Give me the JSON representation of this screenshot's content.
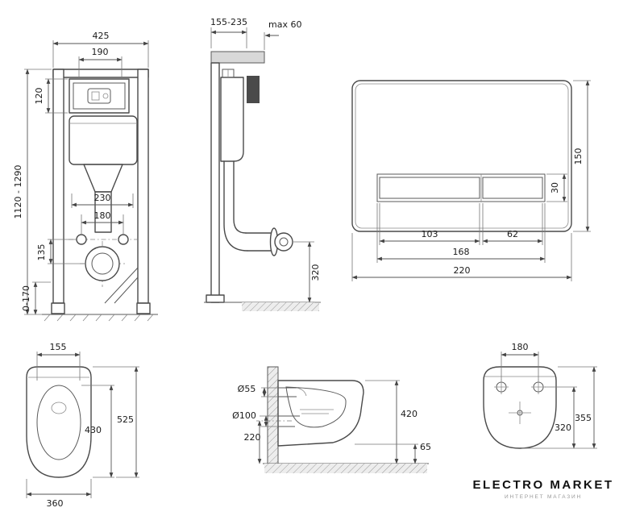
{
  "drawings": {
    "frame_front": {
      "width_total": "425",
      "width_inner": "190",
      "panel_height": "120",
      "height_range": "1120 - 1290",
      "spacing_230": "230",
      "spacing_180": "180",
      "spacing_135": "135",
      "feet_range": "0-170"
    },
    "frame_side": {
      "depth_range": "155-235",
      "wall_max": "max 60",
      "outlet_height": "320"
    },
    "flush_plate": {
      "height": "150",
      "button_height": "30",
      "button_large": "103",
      "button_small": "62",
      "buttons_width": "168",
      "width": "220"
    },
    "bowl_front": {
      "seat_width": "155",
      "rim_height": "430",
      "total_height": "525",
      "width": "360"
    },
    "bowl_side": {
      "outlet_diameter": "Ø55",
      "drain_diameter": "Ø100",
      "drain_height": "220",
      "height": "420",
      "clearance": "65"
    },
    "bowl_plan": {
      "width": "180",
      "depth": "320",
      "total_depth": "355"
    }
  },
  "logo": {
    "title": "ELECTRO MARKET",
    "subtitle": "ИНТЕРНЕТ МАГАЗИН"
  }
}
